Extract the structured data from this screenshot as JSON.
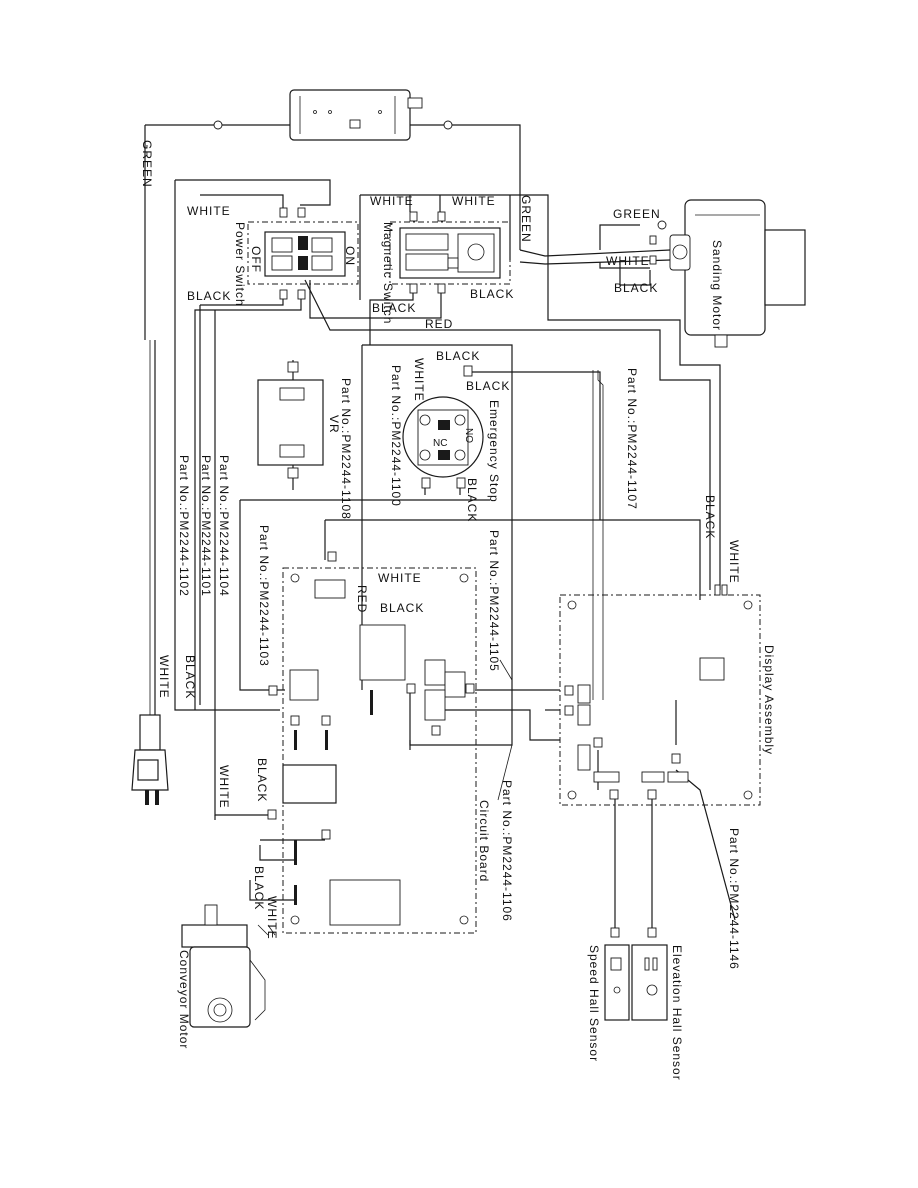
{
  "wire_labels": {
    "green": "GREEN",
    "white": "WHITE",
    "black": "BLACK",
    "red": "RED"
  },
  "components": {
    "power_switch": "Power Switch",
    "power_on": "ON",
    "power_off": "OFF",
    "magnetic_switch": "Magnetic Switch",
    "sanding_motor": "Sanding Motor",
    "emergency_stop": "Emergency Stop",
    "emergency_no": "NO",
    "emergency_nc": "NC",
    "vr": "VR",
    "circuit_board": "Circuit Board",
    "display_assembly": "Display Assembly",
    "conveyor_motor": "Conveyor Motor",
    "speed_hall_sensor": "Speed Hall Sensor",
    "elevation_hall_sensor": "Elevation Hall Sensor"
  },
  "part_numbers": {
    "p1100": "Part No.:PM2244-1100",
    "p1101": "Part No.:PM2244-1101",
    "p1102": "Part No.:PM2244-1102",
    "p1103": "Part No.:PM2244-1103",
    "p1104": "Part No.:PM2244-1104",
    "p1105": "Part No.:PM2244-1105",
    "p1106": "Part No.:PM2244-1106",
    "p1107": "Part No.:PM2244-1107",
    "p1108": "Part No.:PM2244-1108",
    "p1146": "Part No.:PM2244-1146"
  }
}
